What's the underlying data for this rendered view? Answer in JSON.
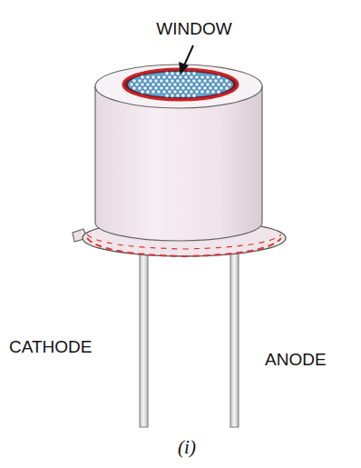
{
  "diagram": {
    "caption": "(i)",
    "labels": [
      "WINDOW",
      "CATHODE",
      "ANODE"
    ]
  }
}
